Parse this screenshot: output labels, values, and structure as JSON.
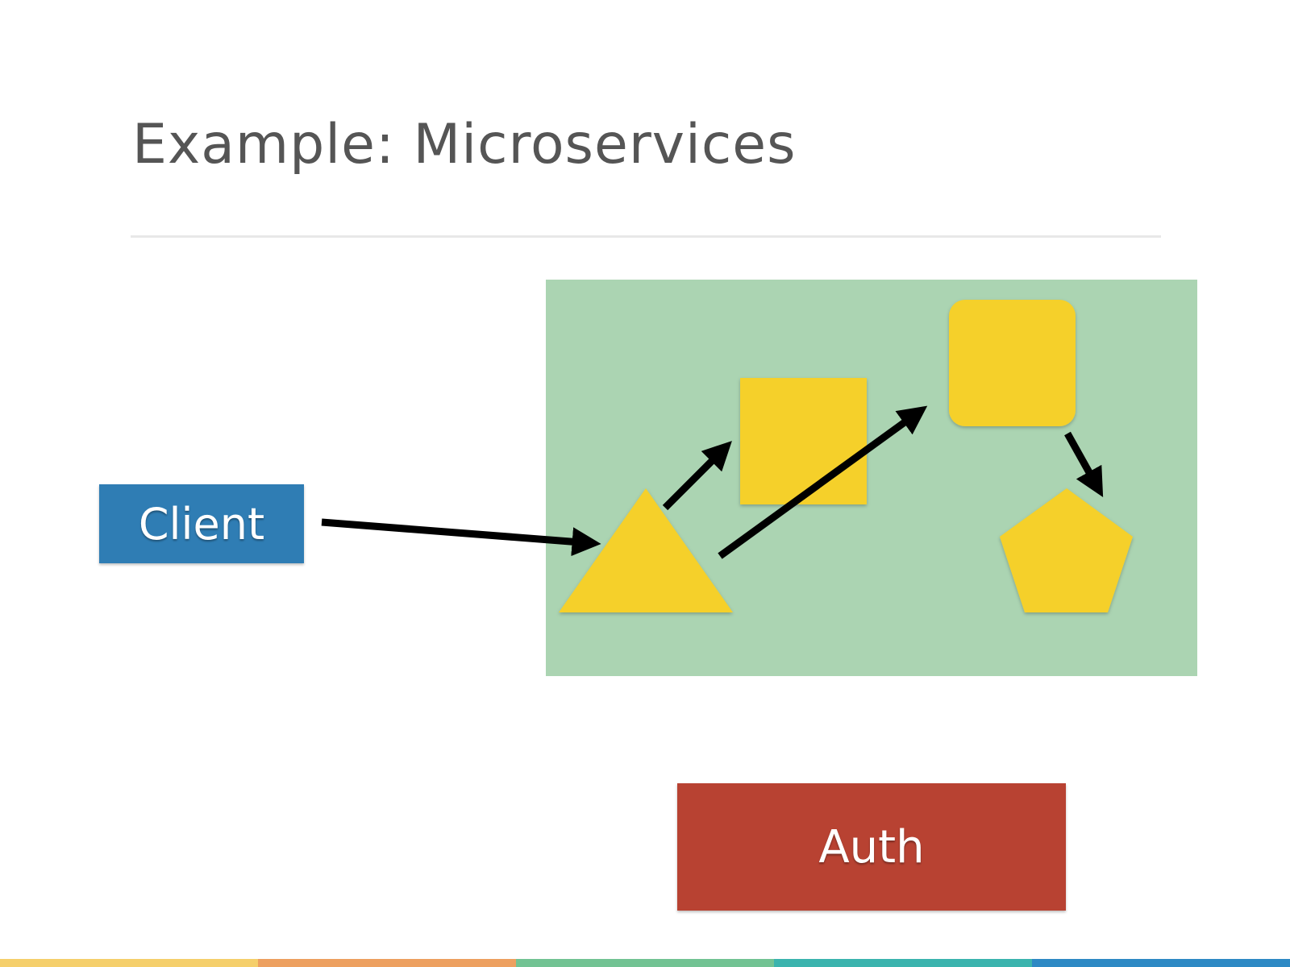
{
  "slide": {
    "title": "Example: Microservices"
  },
  "diagram": {
    "client_label": "Client",
    "auth_label": "Auth",
    "colors": {
      "cluster_background": "#abd4b2",
      "service_fill": "#f5d02a",
      "client_fill": "#2f7db4",
      "auth_fill": "#b84232",
      "arrow": "#000000"
    }
  },
  "footer": {
    "stripe_colors": [
      "#f5cf6b",
      "#eda060",
      "#72c393",
      "#3bb4ae",
      "#2e89c4"
    ]
  }
}
